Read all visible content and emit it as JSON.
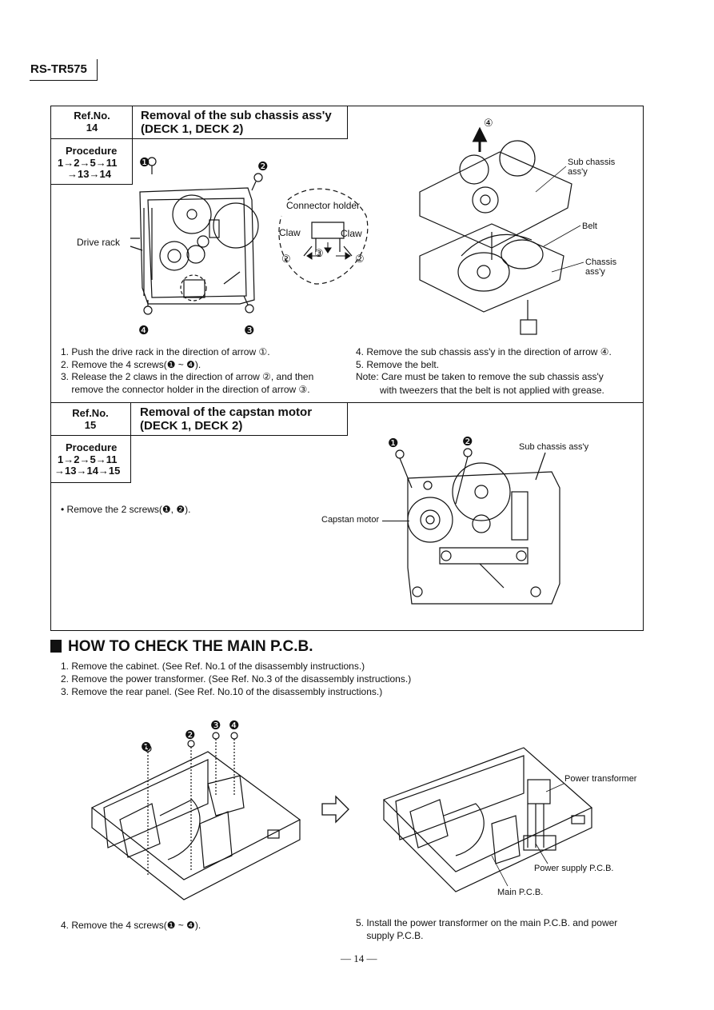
{
  "header": {
    "model": "RS-TR575"
  },
  "sections": [
    {
      "ref_label": "Ref.No.",
      "ref_no": "14",
      "title_line1": "Removal of the sub chassis ass'y",
      "title_line2": "(DECK 1, DECK 2)",
      "procedure_label": "Procedure",
      "procedure_line1": "1→2→5→11",
      "procedure_line2": "→13→14",
      "left_labels": {
        "drive_rack": "Drive rack",
        "connector_holder": "Connector holder",
        "claw_left": "Claw",
        "claw_right": "Claw"
      },
      "right_labels": {
        "sub_chassis": "Sub chassis",
        "sub_chassis2": "ass'y",
        "belt": "Belt",
        "chassis": "Chassis",
        "chassis2": "ass'y"
      },
      "steps_left": [
        "1. Push the drive rack in the direction of arrow ①.",
        "2. Remove the 4 screws(❶ ~ ❹).",
        "3. Release the 2 claws in the direction of arrow ②, and then",
        "    remove the connector holder in the direction of arrow ③."
      ],
      "steps_right": [
        "4. Remove the sub chassis ass'y in the direction of arrow ④.",
        "5. Remove the belt.",
        "Note: Care must be taken to remove the sub chassis ass'y",
        "         with tweezers that the belt is not applied with grease."
      ]
    },
    {
      "ref_label": "Ref.No.",
      "ref_no": "15",
      "title_line1": "Removal of the capstan motor",
      "title_line2": "(DECK 1, DECK 2)",
      "procedure_label": "Procedure",
      "procedure_line1": "1→2→5→11",
      "procedure_line2": "→13→14→15",
      "step": "• Remove  the 2 screws(❶, ❷).",
      "labels": {
        "capstan_motor": "Capstan motor",
        "sub_chassis": "Sub chassis ass'y"
      }
    }
  ],
  "main_pcb": {
    "title": "HOW TO CHECK THE MAIN P.C.B.",
    "steps": [
      "1. Remove the cabinet. (See Ref. No.1 of the disassembly instructions.)",
      "2. Remove the power transformer. (See Ref. No.3 of the disassembly instructions.)",
      "3. Remove the rear panel. (See Ref. No.10 of the disassembly instructions.)"
    ],
    "step4": "4. Remove the 4 screws(❶ ~ ❹).",
    "step5_line1": "5. Install the power transformer on the main P.C.B. and power",
    "step5_line2": "    supply P.C.B.",
    "labels": {
      "power_transformer": "Power transformer",
      "power_supply_pcb": "Power supply P.C.B.",
      "main_pcb": "Main P.C.B."
    }
  },
  "footer": {
    "page": "— 14 —"
  },
  "callouts": {
    "n1": "❶",
    "n2": "❷",
    "n3": "❸",
    "n4": "❹",
    "c1": "①",
    "c2": "②",
    "c3": "③",
    "c4": "④"
  }
}
